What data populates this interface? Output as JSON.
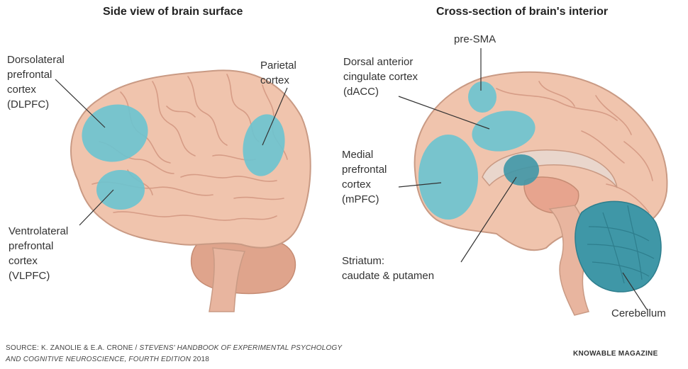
{
  "titles": {
    "left": "Side view of brain surface",
    "right": "Cross-section of brain's interior"
  },
  "labels": {
    "dlpfc": "Dorsolateral\nprefrontal\ncortex\n(DLPFC)",
    "parietal": "Parietal\ncortex",
    "vlpfc": "Ventrolateral\nprefrontal\ncortex\n(VLPFC)",
    "pre_sma": "pre-SMA",
    "dacc": "Dorsal anterior\ncingulate cortex\n(dACC)",
    "mpfc": "Medial\nprefrontal\ncortex\n(mPFC)",
    "striatum": "Striatum:\ncaudate & putamen",
    "cerebellum": "Cerebellum"
  },
  "source": {
    "prefix": "SOURCE: K. ZANOLIE & E.A. CRONE / ",
    "book": "STEVENS' HANDBOOK OF EXPERIMENTAL PSYCHOLOGY",
    "line2_italic": "AND COGNITIVE NEUROSCIENCE, FOURTH EDITION",
    "year": " 2018"
  },
  "credit": "KNOWABLE MAGAZINE",
  "colors": {
    "brain": "#f0c4ad",
    "brain_outline": "#c99a84",
    "highlight": "#6ec3cf",
    "cerebellum": "#3f97a7",
    "text": "#333333"
  }
}
